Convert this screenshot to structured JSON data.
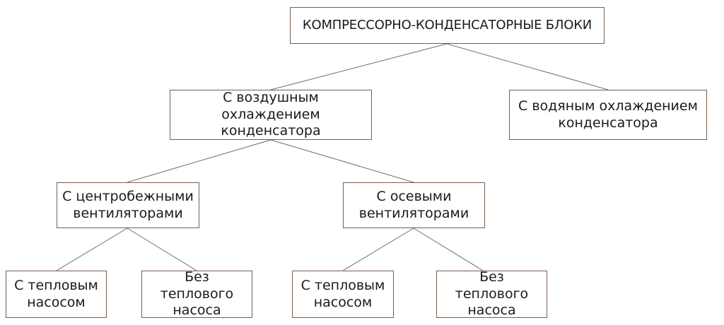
{
  "diagram": {
    "root": {
      "label": "КОМПРЕССОРНО-КОНДЕНСАТОРНЫЕ БЛОКИ"
    },
    "air_cooled": {
      "label": "С воздушным охлаждением\nконденсатора"
    },
    "water_cooled": {
      "label": "С водяным охлаждением\nконденсатора"
    },
    "centrifugal": {
      "label": "С центробежными\nвентиляторами"
    },
    "axial": {
      "label": "С осевыми\nвентиляторами"
    },
    "centrifugal_heat_pump": {
      "label": "С тепловым\nнасосом"
    },
    "centrifugal_no_heat_pump": {
      "label": "Без теплового\nнасоса"
    },
    "axial_heat_pump": {
      "label": "С тепловым\nнасосом"
    },
    "axial_no_heat_pump": {
      "label": "Без теплового\nнасоса"
    }
  }
}
